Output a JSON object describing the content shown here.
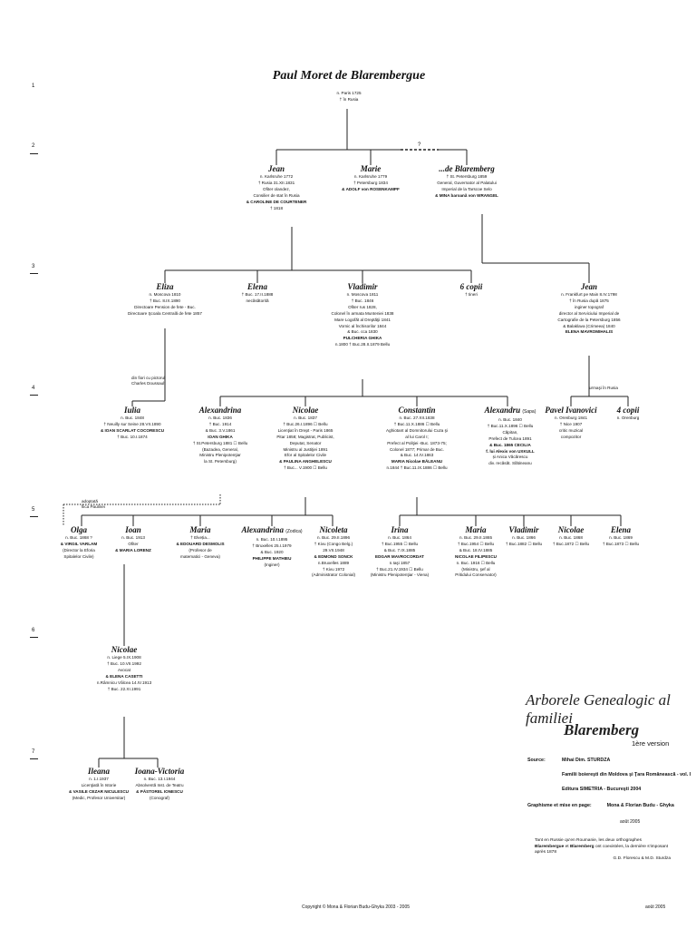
{
  "generations": [
    "1",
    "2",
    "3",
    "4",
    "5",
    "6",
    "7"
  ],
  "root": {
    "name": "Paul Moret de Blarembergue",
    "born": "n. Paris 1725",
    "died": "† în Rusia"
  },
  "gen2_question_mark": "?",
  "gen2": [
    {
      "name": "Jean",
      "lines": [
        "n. Karlsruhe 1772",
        "† Rusia 31.XII.1831",
        "Ofiter olandez,",
        "Consilier de stat în Rusia",
        "& CAROLINE DE COURTENER",
        "† 1818"
      ]
    },
    {
      "name": "Marie",
      "lines": [
        "n. Karlsruhe 1779",
        "† Petersburg 1834",
        "& ADOLF von ROSENKAMPF"
      ]
    },
    {
      "name": "...de Blaremberg",
      "lines": [
        "† St. Petersburg 1859",
        "General,  Guvernator al Palatului",
        "Imperial de la Tarscoe Selo",
        "& MINA baroană von WRANGEL"
      ]
    }
  ],
  "gen3": [
    {
      "name": "Eliza",
      "lines": [
        "n. Moscova 1810",
        "† Buc. 8.IX.1890",
        "Directoare Pension de fete - Buc.",
        "Directoare Şcoala Centrală de fete 1857"
      ]
    },
    {
      "name": "Elena",
      "lines": [
        "† Buc. 17.II.1888",
        "necăsătorită"
      ]
    },
    {
      "name": "Vladimir",
      "lines": [
        "n. Moscova 1811",
        "† Buc. 1846",
        "Ofiter rus 1828,",
        "Colonel în armata Munteniei 1838",
        "Mare Logofăt al Dreptăţii 1841",
        "Vornic al Închisorilor 1844",
        "& Buc. cca 1830",
        "PULCHERIA GHIKA",
        "n.1800  † Buc.28.II.1879   Bellu"
      ]
    },
    {
      "name": "6 copii",
      "lines": [
        "† tineri"
      ]
    },
    {
      "name": "Jean",
      "lines": [
        "n. Frankfurt pe Main 8.IV.1798",
        "† în Rusia după 1875",
        "inginer topograf",
        "director al Serviciului Imperial de",
        "Cartografie de la Petersburg 1856",
        "& Balaklava (Crimeea) 1840",
        "ELENA MAVROMIHALIS"
      ]
    }
  ],
  "notes": {
    "eliza_ward": [
      "din fiori cu pictorul",
      "Charles Doussault"
    ],
    "jean_rusia": "urmaşi în Rusia",
    "adopted": [
      "adoptată",
      "fiica Paulinei"
    ]
  },
  "gen4": [
    {
      "name": "Iulia",
      "lines": [
        "n. Buc. 1848",
        "† Neuilly sur Seine 28.VII.1890",
        "& IOAN SCARLAT COCORESCU",
        "† Buc. 10.I.1874"
      ]
    },
    {
      "name": "Alexandrina",
      "lines": [
        "n. Buc. 1836",
        "† Buc. 1914",
        "& Buc. 3.V.1861",
        "IOAN GHIKA",
        "† St.Petersburg 1881  ☐ Bellu",
        "(Bazadea, General,",
        "Ministru Plenipotenţiar",
        "la St. Petersburg)"
      ]
    },
    {
      "name": "Nicolae",
      "lines": [
        "n. Buc. 1837",
        "† Buc.26.I.1896  ☐ Bellu",
        "Licenţiat în Drept - Paris 1865",
        "Pitar 1858; Magistrat, Publicist,",
        "Deputat, Senator",
        "Ministru al Justiţiei 1891",
        "Efor al Spitalelor Civile",
        "& PAULINA ANGHELESCU",
        "† Buc... V.1900  ☐ Bellu"
      ]
    },
    {
      "name": "Constantin",
      "lines": [
        "n. Buc. 27.XII.1838",
        "† Buc.11.X.1886  ☐ Bellu",
        "Aghiotant al Domnitorului Cuza şi",
        "al lui Carol I;",
        "Prefect al Poliţiei -Buc. 1873-75;",
        "Colonel 1877; Primar de Buc.",
        "& Buc. 14.IV.1863",
        "MARIA Nicolae BĂLEANU",
        "n.1844  † Buc.11.IX.1886  ☐ Bellu"
      ]
    },
    {
      "name": "Alexandru",
      "tag": "(Sapa)",
      "lines": [
        "n. Buc. 1840",
        "† Buc.11.X.1896  ☐ Bellu",
        "Căpitan,",
        "Prefect de Tulcea 1891",
        "& Buc. 1865  CECILIA",
        "f. lui  Alexis von UXKULL",
        "și  Anica Văcărescu",
        "div. recăsăt. Slătineanu"
      ]
    },
    {
      "name": "Pavel Ivanovici",
      "lines": [
        "n. Orenburg 1841",
        "† Nice 1907",
        "critic muzical",
        "compozitor"
      ]
    },
    {
      "name": "4 copii",
      "lines": [
        "n. Orenburg"
      ]
    }
  ],
  "gen5": [
    {
      "name": "Olga",
      "lines": [
        "n. Buc. 1868 ?",
        "& VIRGIL VARLAM",
        "(Director la Eforia",
        "Spitalelor Civile)"
      ]
    },
    {
      "name": "Ioan",
      "lines": [
        "n. Buc. 1913",
        "Ofiter",
        "& MARIA LORENZ"
      ]
    },
    {
      "name": "Maria",
      "lines": [
        "† Elveția...",
        "& EDOUARD DESMOLIS",
        "(Profesor de",
        "matematici - Geneva)"
      ]
    },
    {
      "name": "Alexandrina",
      "tag": "(Zodica)",
      "lines": [
        "n. Buc. 10.I.1895",
        "† Bruxelles 25.I.1979",
        "& Buc. 1920",
        "PHILIPPE MATHIEU",
        "(Inginer)"
      ]
    },
    {
      "name": "Nicoleta",
      "lines": [
        "n. Buc. 29.II.1896",
        "† Kivu (Congo Belg.)",
        "29.VII.1948",
        "& EDMOND SONCK",
        "n.Bruxelles 1889",
        "† Kivu 1972",
        "(Administrator Colonial)"
      ]
    },
    {
      "name": "Irina",
      "lines": [
        "n. Buc. 1864",
        "† Buc.1955  ☐ Bellu",
        "& Buc. 7.IX.1885",
        "EDGAR MAVROCORDAT",
        "n.Iaşi 1857",
        "† Buc.21.IV.1934  ☐ Bellu",
        "(Ministru Plenipotenţiar - Viena)"
      ]
    },
    {
      "name": "Maria",
      "lines": [
        "n. Buc. 29.II.1865",
        "† Buc.1954  ☐ Bellu",
        "& Buc. 18.IV.1885",
        "NICOLAE FILIPESCU",
        "n. Buc. 1916  ☐ Bellu",
        "(Ministru, şef al",
        "Pritidului Conservator)"
      ]
    },
    {
      "name": "Vladimir",
      "lines": [
        "n. Buc. 1866",
        "† Buc.1882 ☐ Bellu"
      ]
    },
    {
      "name": "Nicolae",
      "lines": [
        "n. Buc. 1868",
        "† Buc.1872 ☐ Bellu"
      ]
    },
    {
      "name": "Elena",
      "lines": [
        "n. Buc. 1869",
        "† Buc.1873 ☐ Bellu"
      ]
    }
  ],
  "gen6": [
    {
      "name": "Nicolae",
      "lines": [
        "n. Liege 5.IX.1908",
        "† Buc. 10.VII.1992",
        "Avocat",
        "& ELENA CASETTI",
        "n.Râmnicu Vâlcea 14.IV.1913",
        "† Buc. 22.XI.1991"
      ]
    }
  ],
  "gen7": [
    {
      "name": "Ileana",
      "lines": [
        "n. 1.I.1937",
        "Licenţiată în Istorie",
        "& VASILE CEZAR NICULESCU",
        "(Medic, Profesor Universitar)"
      ]
    },
    {
      "name": "Ioana-Victoria",
      "lines": [
        "n. Buc. 13.I.1944",
        "Absolventă Inst. de Teatru",
        "& PĂSTOREL IONESCU",
        "(Conograf)"
      ]
    }
  ],
  "title": {
    "line1": "Arborele Genealogic al familiei",
    "line2": "Blaremberg",
    "version": "1ère version"
  },
  "source": {
    "label": "Source:",
    "author": "Mihai Dim. STURDZA",
    "book": "Familii boiereşti din Moldova şi Ţara Românească - vol. I",
    "publisher": "Editura SIMETRIA  -  Bucureşti  2004",
    "graphics_label": "Graphisme et mise en page:",
    "graphics": "Mona & Florian Budu - Ghyka",
    "date": "août 2005"
  },
  "observation": {
    "text_parts": [
      "Tant en Russie qu'en Roumanie, les deux orthographes ",
      "Blarembergue",
      " et ",
      "Blaremberg",
      " ont coexistées, la dernière s'imposant après 1878"
    ],
    "signature": "G.D. Florescu & M.D. Sturdza"
  },
  "footer": {
    "copyright": "Copyright  ©  Mona & Florian Budu-Ghyka  2003 - 2005",
    "date": "août 2005"
  }
}
